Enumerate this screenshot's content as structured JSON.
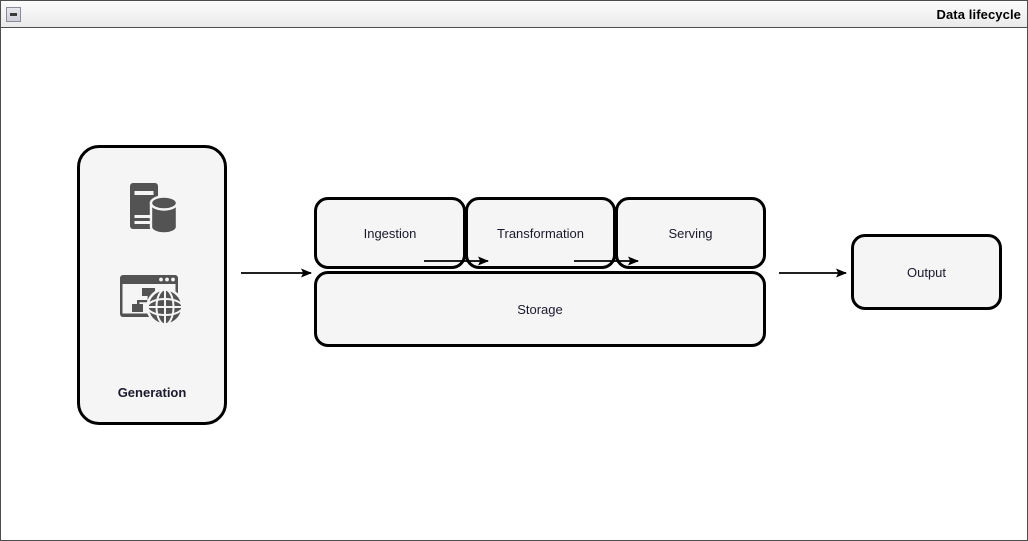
{
  "window": {
    "title": "Data lifecycle",
    "collapse_icon": "minimize-icon"
  },
  "diagram": {
    "type": "flow-diagram",
    "background": "#ffffff",
    "node_fill": "#f5f5f5",
    "node_stroke": "#000000",
    "text_color": "#1a1a2e",
    "nodes": [
      {
        "id": "generation",
        "label": "Generation",
        "icons": [
          "server-database-icon",
          "web-network-globe-icon"
        ]
      },
      {
        "id": "ingestion",
        "label": "Ingestion"
      },
      {
        "id": "transformation",
        "label": "Transformation"
      },
      {
        "id": "serving",
        "label": "Serving"
      },
      {
        "id": "storage",
        "label": "Storage"
      },
      {
        "id": "output",
        "label": "Output"
      }
    ],
    "edges": [
      {
        "from": "generation",
        "to": "ingestion",
        "style": "arrow"
      },
      {
        "from": "ingestion",
        "to": "transformation",
        "style": "arrow"
      },
      {
        "from": "transformation",
        "to": "serving",
        "style": "arrow"
      },
      {
        "from": "serving",
        "to": "output",
        "style": "arrow"
      }
    ]
  }
}
